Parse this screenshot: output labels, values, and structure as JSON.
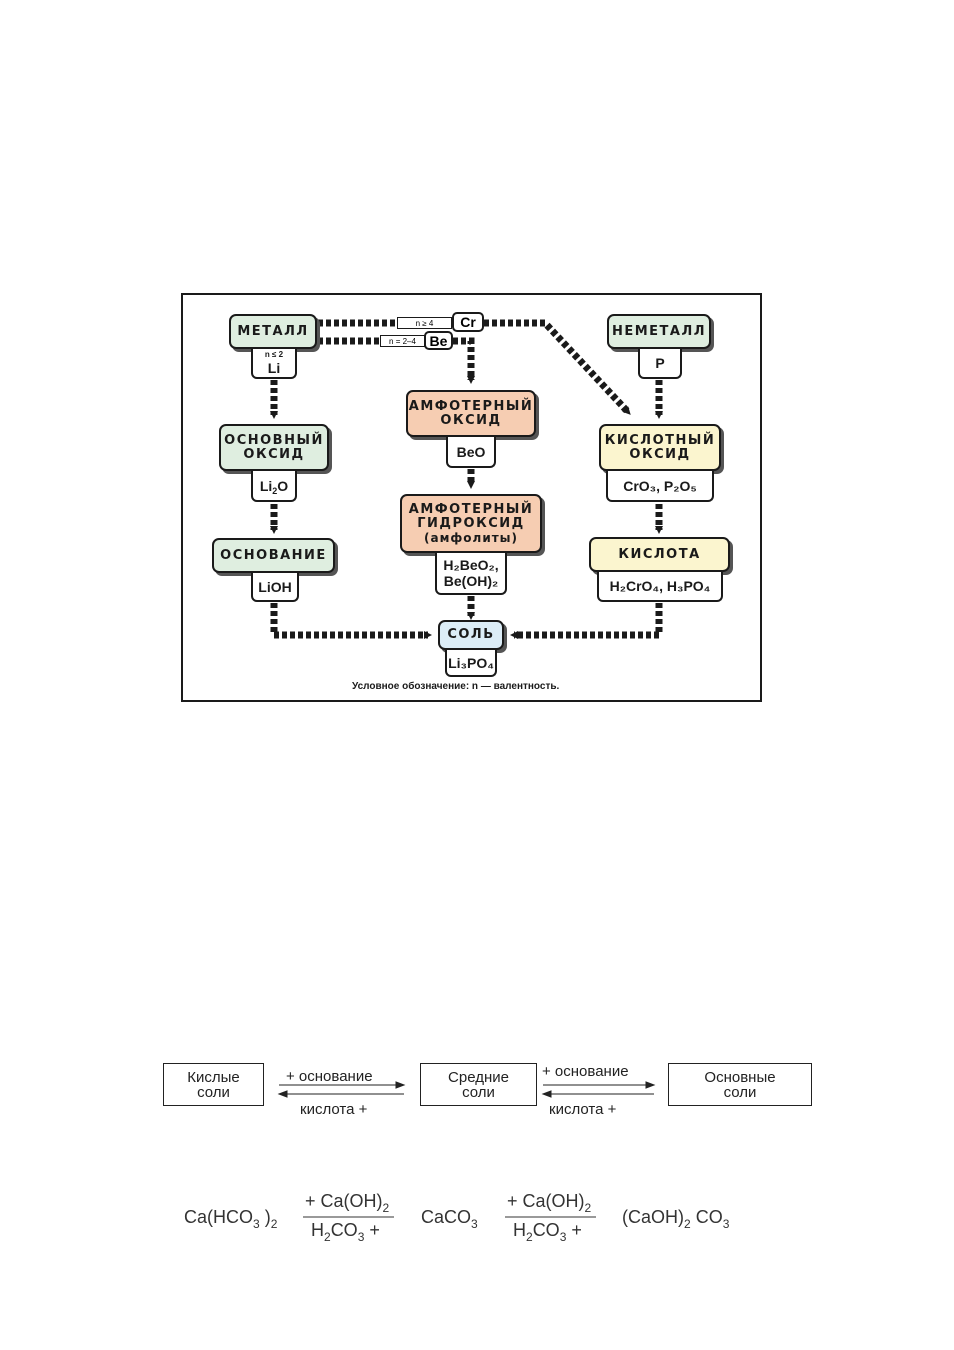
{
  "diagram": {
    "metal": {
      "label": "МЕТАЛЛ",
      "note": "n ≤ 2",
      "example": "Li"
    },
    "nonmetal": {
      "label": "НЕМЕТАЛЛ",
      "example": "P"
    },
    "conditions": [
      {
        "note": "n ≥ 4",
        "element": "Cr"
      },
      {
        "note": "n = 2–4",
        "element": "Be"
      }
    ],
    "basic_oxide": {
      "label_line1": "ОСНОВНЫЙ",
      "label_line2": "ОКСИД",
      "example_main": "Li",
      "example_sub": "2",
      "example_tail": "O"
    },
    "amphoteric_oxide": {
      "label_line1": "АМФОТЕРНЫЙ",
      "label_line2": "ОКСИД",
      "example": "BeO"
    },
    "acid_oxide": {
      "label_line1": "КИСЛОТНЫЙ",
      "label_line2": "ОКСИД",
      "example": "CrO₃, P₂O₅"
    },
    "base": {
      "label": "ОСНОВАНИЕ",
      "example": "LiOH"
    },
    "amphoteric_hydroxide": {
      "label_line1": "АМФОТЕРНЫЙ",
      "label_line2": "ГИДРОКСИД",
      "label_line3": "(амфолиты)",
      "example_line1": "H₂BeO₂,",
      "example_line2": "Be(OH)₂"
    },
    "acid": {
      "label": "КИСЛОТА",
      "example": "H₂CrO₄, H₃PO₄"
    },
    "salt": {
      "label": "СОЛЬ",
      "example": "Li₃PO₄"
    },
    "legend": "Условное обозначение: n — валентность."
  },
  "salts_scheme": {
    "acid_salts": "Кислые\nсоли",
    "normal_salts": "Средние\nсоли",
    "basic_salts": "Основные\nсоли",
    "arrow1_top": "+ основание",
    "arrow1_bottom": "кислота +",
    "arrow2_top": "+ основание",
    "arrow2_bottom": "кислота +"
  },
  "formulas": {
    "f1_main": "Ca(HCO",
    "f1_sub1": "3",
    "f1_mid": " )",
    "f1_sub2": "2",
    "a1_top_main": "+ Ca(OH)",
    "a1_top_sub": "2",
    "a1_bot_pre": "H",
    "a1_bot_sub1": "2",
    "a1_bot_mid": "CO",
    "a1_bot_sub2": "3",
    "a1_bot_tail": " +",
    "f2_main": "CaCO",
    "f2_sub": "3",
    "a2_top_main": "+ Ca(OH)",
    "a2_top_sub": "2",
    "a2_bot_pre": "H",
    "a2_bot_sub1": "2",
    "a2_bot_mid": "CO",
    "a2_bot_sub2": "3",
    "a2_bot_tail": " +",
    "f3_main": "(CaOH)",
    "f3_sub1": "2",
    "f3_mid": " CO",
    "f3_sub2": "3"
  }
}
